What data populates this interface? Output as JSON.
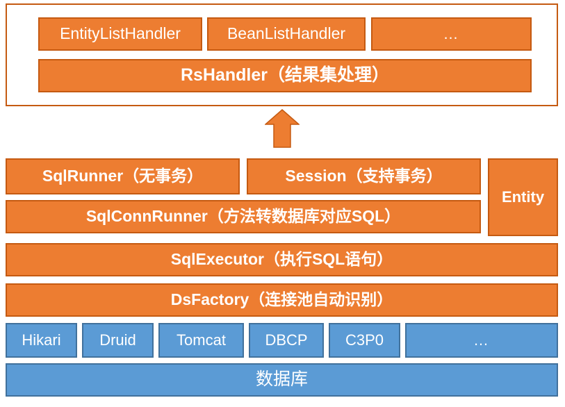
{
  "diagram": {
    "title": "Database access layer architecture",
    "colors": {
      "orange_fill": "#ED7D31",
      "orange_border": "#C55A11",
      "blue_fill": "#5B9BD5",
      "blue_border": "#41719C",
      "text": "#FFFFFF",
      "background": "#FFFFFF"
    }
  },
  "handler_group": {
    "handlers": [
      {
        "label": "EntityListHandler"
      },
      {
        "label": "BeanListHandler"
      },
      {
        "label": "…"
      }
    ],
    "base": {
      "label": "RsHandler（结果集处理）"
    }
  },
  "arrow": {
    "name": "up-arrow-icon",
    "direction": "up",
    "color": "#ED7D31"
  },
  "runner_row": {
    "items": [
      {
        "label": "SqlRunner（无事务）"
      },
      {
        "label": "Session（支持事务）"
      }
    ],
    "entity": {
      "label": "Entity"
    }
  },
  "conn_runner": {
    "label": "SqlConnRunner（方法转数据库对应SQL）"
  },
  "executor": {
    "label": "SqlExecutor（执行SQL语句）"
  },
  "ds_factory": {
    "label": "DsFactory（连接池自动识别）"
  },
  "pools": [
    {
      "label": "Hikari"
    },
    {
      "label": "Druid"
    },
    {
      "label": "Tomcat"
    },
    {
      "label": "DBCP"
    },
    {
      "label": "C3P0"
    },
    {
      "label": "…"
    }
  ],
  "database": {
    "label": "数据库"
  }
}
